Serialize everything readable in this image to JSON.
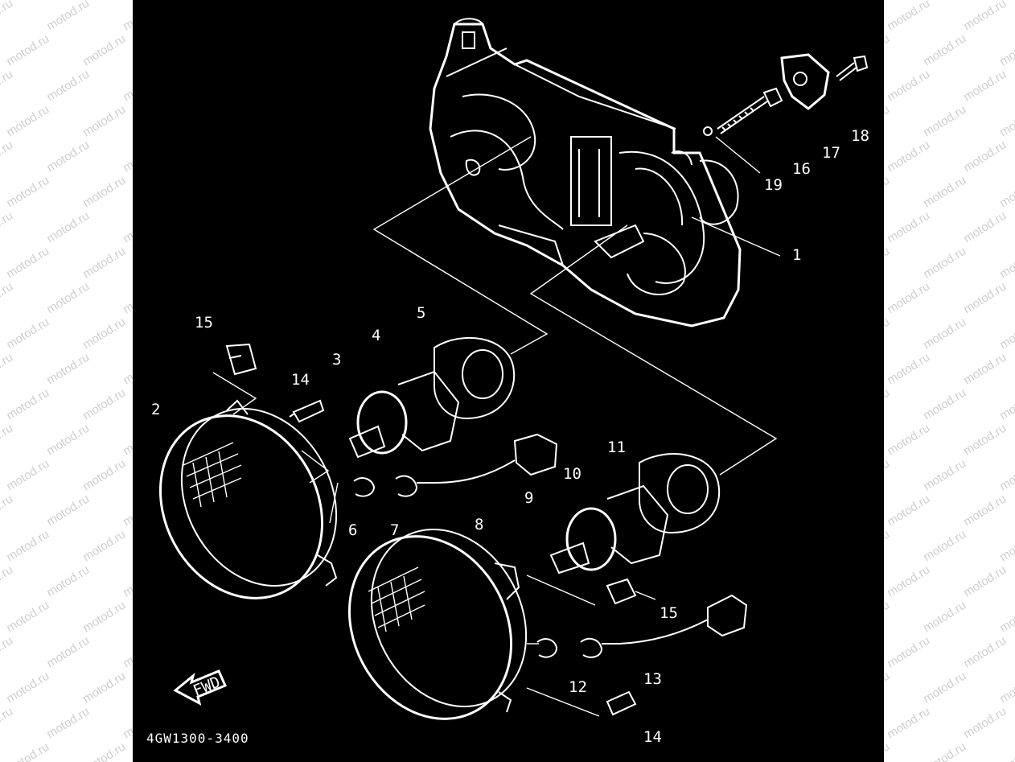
{
  "watermark_text": "motod.ru",
  "diagram_code": "4GW1300-3400",
  "fwd_label": "FWD",
  "callouts": [
    "1",
    "2",
    "3",
    "4",
    "5",
    "6",
    "7",
    "8",
    "9",
    "10",
    "11",
    "12",
    "13",
    "14",
    "14",
    "15",
    "15",
    "16",
    "17",
    "18",
    "19"
  ]
}
